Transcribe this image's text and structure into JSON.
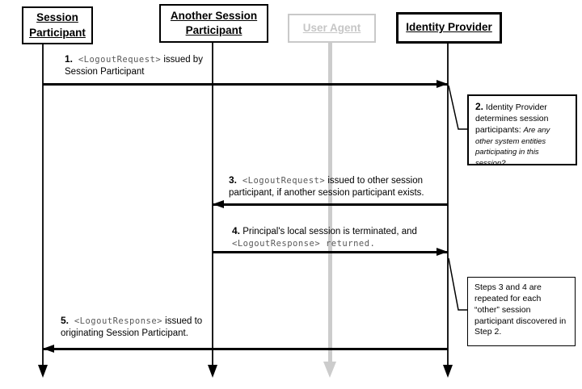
{
  "actors": [
    {
      "id": "session-participant",
      "lines": [
        "Session",
        "Participant"
      ],
      "state": "active"
    },
    {
      "id": "another-session-participant",
      "lines": [
        "Another Session",
        "Participant"
      ],
      "state": "active"
    },
    {
      "id": "user-agent",
      "lines": [
        "User Agent"
      ],
      "state": "inactive"
    },
    {
      "id": "identity-provider",
      "lines": [
        "Identity Provider"
      ],
      "state": "active"
    }
  ],
  "messages": [
    {
      "num": "1.",
      "pre": "",
      "mono": " <LogoutRequest>",
      "post": " issued by Session Participant",
      "from": "session-participant",
      "to": "identity-provider"
    },
    {
      "num": "3.",
      "pre": "",
      "mono": " <LogoutRequest>",
      "post": " issued to other session participant, if another session participant exists.",
      "from": "identity-provider",
      "to": "another-session-participant"
    },
    {
      "num": "4.",
      "pre": " Principal's local session is terminated, and ",
      "mono": "<LogoutResponse> returned.",
      "post": "",
      "from": "another-session-participant",
      "to": "identity-provider"
    },
    {
      "num": "5.",
      "pre": "",
      "mono": " <LogoutResponse>",
      "post": " issued to originating Session Participant.",
      "from": "identity-provider",
      "to": "session-participant"
    }
  ],
  "notes": [
    {
      "num": "2.",
      "text": " Identity Provider determines session participants: ",
      "italic": "Are any other system entities participating in this session?"
    },
    {
      "text": "Steps 3 and 4 are repeated for each “other” session participant discovered in Step 2."
    }
  ],
  "colors": {
    "line": "#000000",
    "inactive_gray": "#cccccc",
    "mono_text": "#595959",
    "background": "#ffffff"
  }
}
